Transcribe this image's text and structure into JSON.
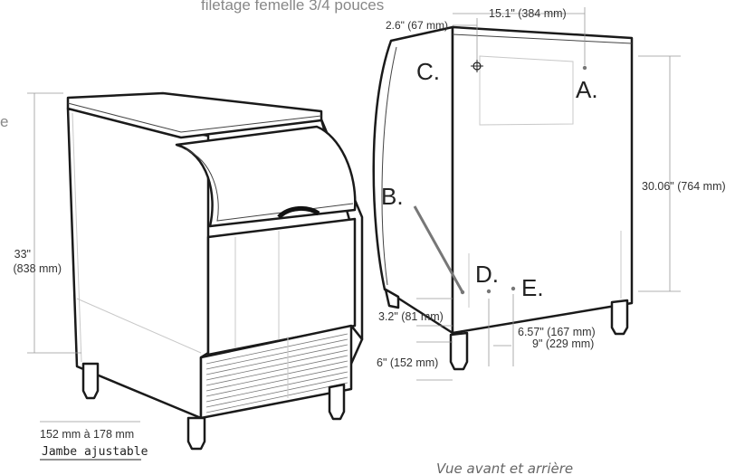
{
  "top_text": "filetage femelle 3/4 pouces",
  "left_side_letter": "e",
  "left_view": {
    "height_dim": "33\"",
    "height_dim_mm": "(838 mm)",
    "leg_range": "152 mm à 178 mm",
    "leg_label": "Jambe ajustable"
  },
  "right_view": {
    "dim_top_width": "15.1\" (384 mm)",
    "dim_top_offset": "2.6\" (67 mm)",
    "dim_height": "30.06\" (764 mm)",
    "dim_bottom_height": "3.2\" (81 mm)",
    "dim_leg": "6\" (152 mm)",
    "dim_d": "6.57\" (167 mm)",
    "dim_e": "9\" (229 mm)",
    "letters": {
      "a": "A.",
      "b": "B.",
      "c": "C.",
      "d": "D.",
      "e": "E."
    }
  },
  "caption": "Vue avant et arrière"
}
